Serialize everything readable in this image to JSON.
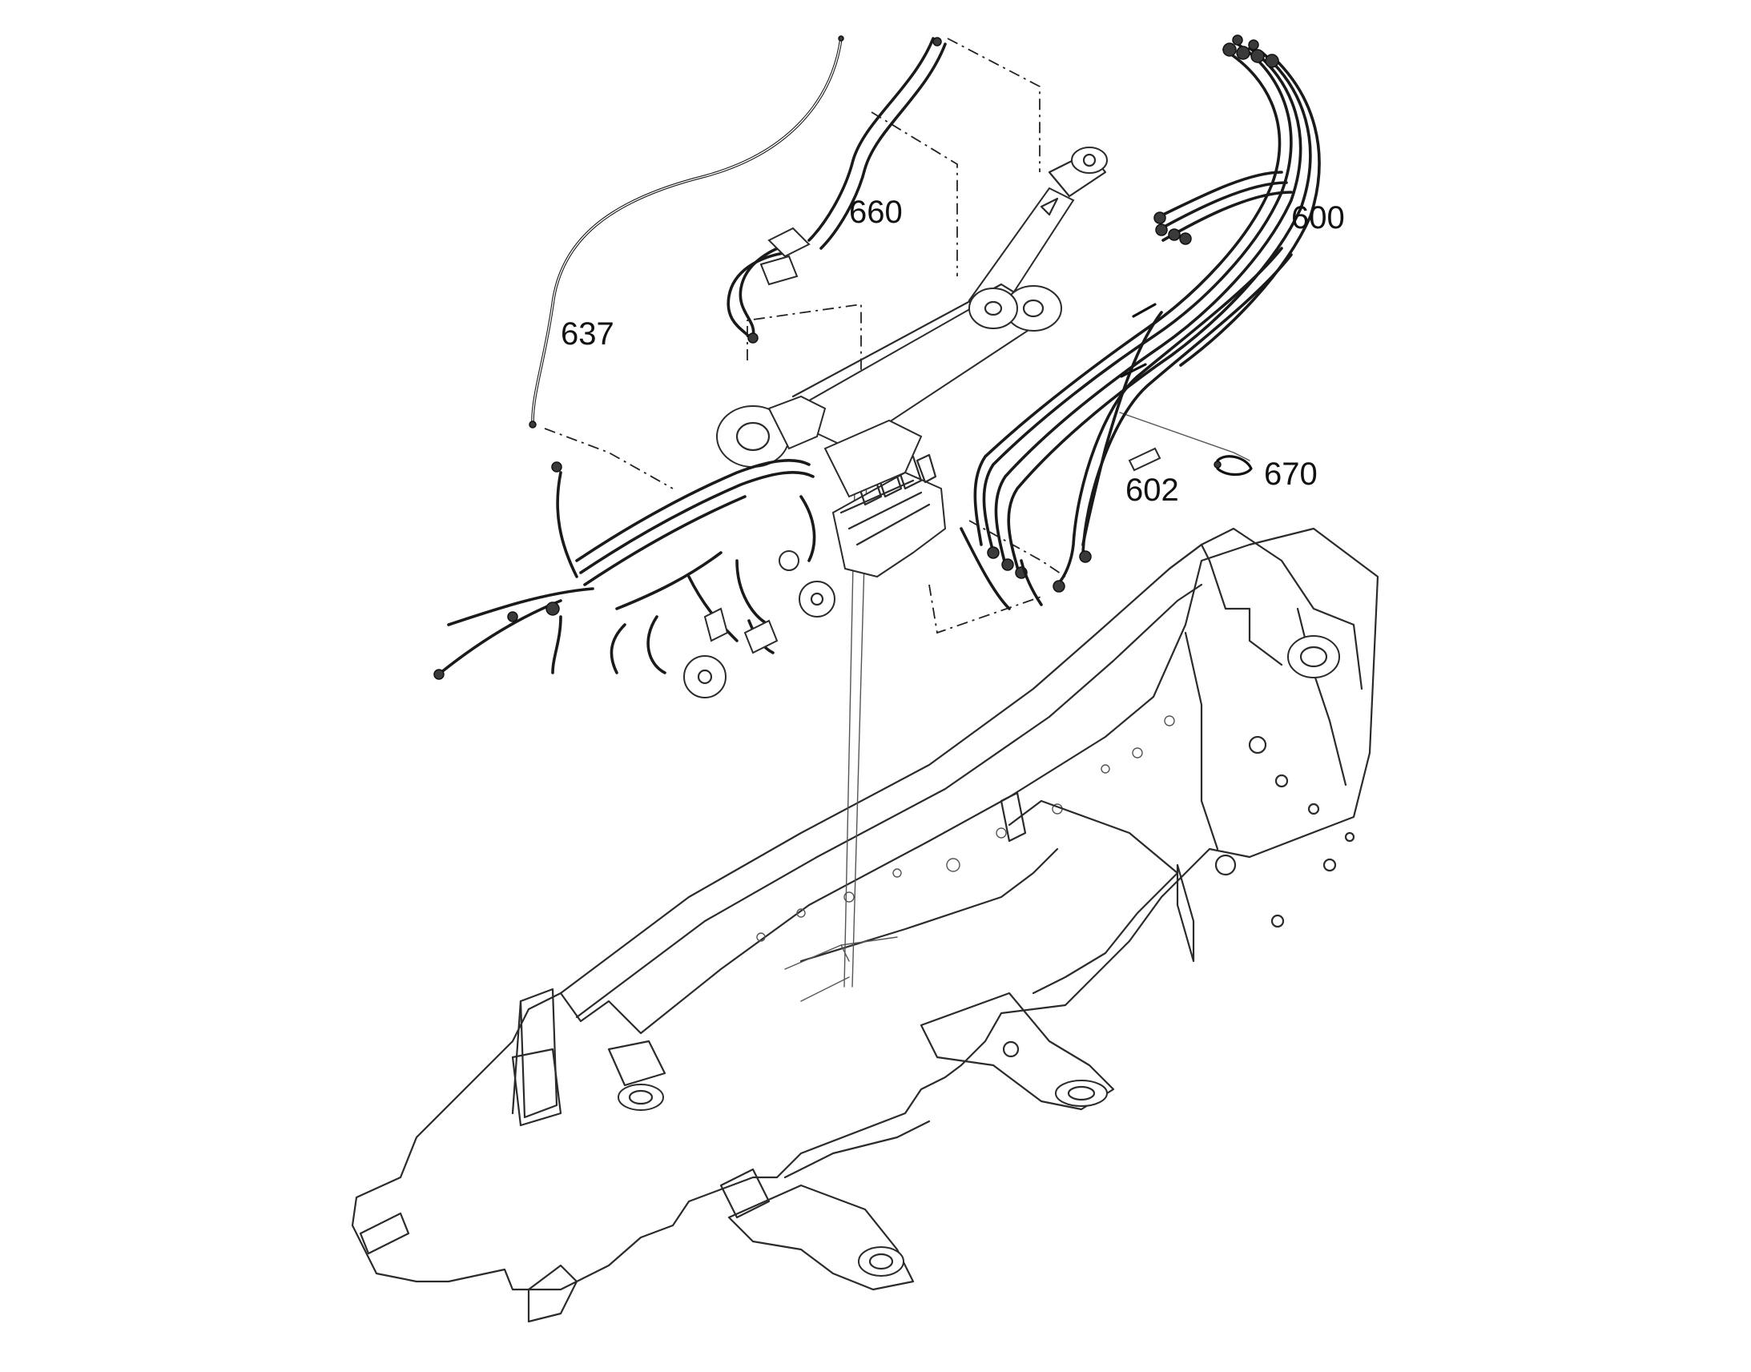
{
  "diagram": {
    "callouts": [
      {
        "id": "600",
        "label": "600"
      },
      {
        "id": "602",
        "label": "602"
      },
      {
        "id": "637",
        "label": "637"
      },
      {
        "id": "660",
        "label": "660"
      },
      {
        "id": "670",
        "label": "670"
      }
    ]
  }
}
